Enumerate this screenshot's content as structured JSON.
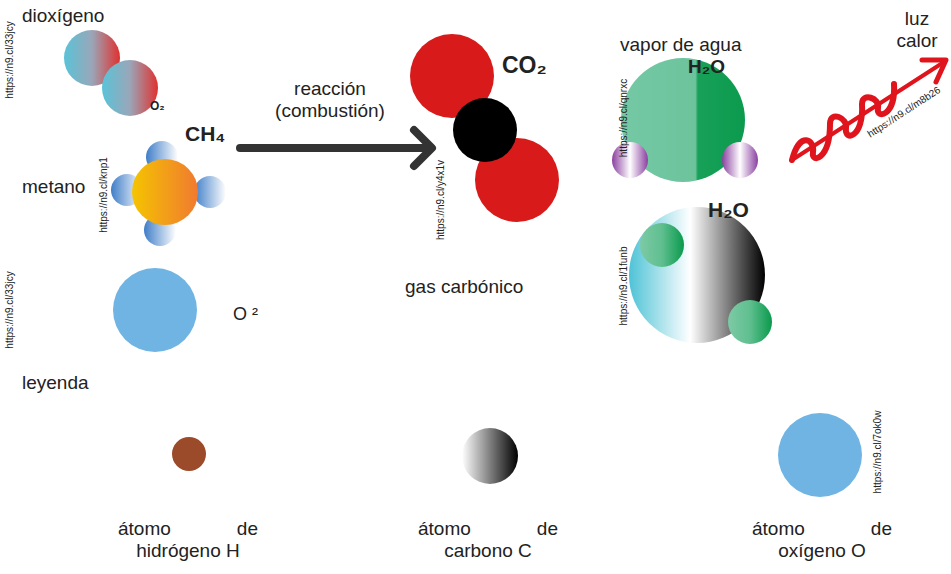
{
  "diagram": {
    "labels": [
      "dioxígeno",
      "O₂",
      "CH₄",
      "metano",
      "O ²",
      "reacción (combustión)",
      "CO₂",
      "gas carbónico",
      "vapor de agua",
      "H₂O",
      "H₂O",
      "luz calor",
      "leyenda",
      "https://n9.cl/33jcy",
      "https://n9.cl/knp1",
      "https://n9.cl/33jcy",
      "https://n9.cl/y4x1v",
      "https://n9.cl/qnrxc",
      "https://n9.cl/1funb",
      "https://n9.cl/m8b26",
      "https://n9.cl/7ok0w"
    ],
    "legend": [
      {
        "text": "átomo de hidrógeno H",
        "color": "#9b4a2a"
      },
      {
        "text": "átomo de carbono C"
      },
      {
        "text": "átomo de oxígeno O",
        "color": "#6fb4e3"
      }
    ]
  }
}
